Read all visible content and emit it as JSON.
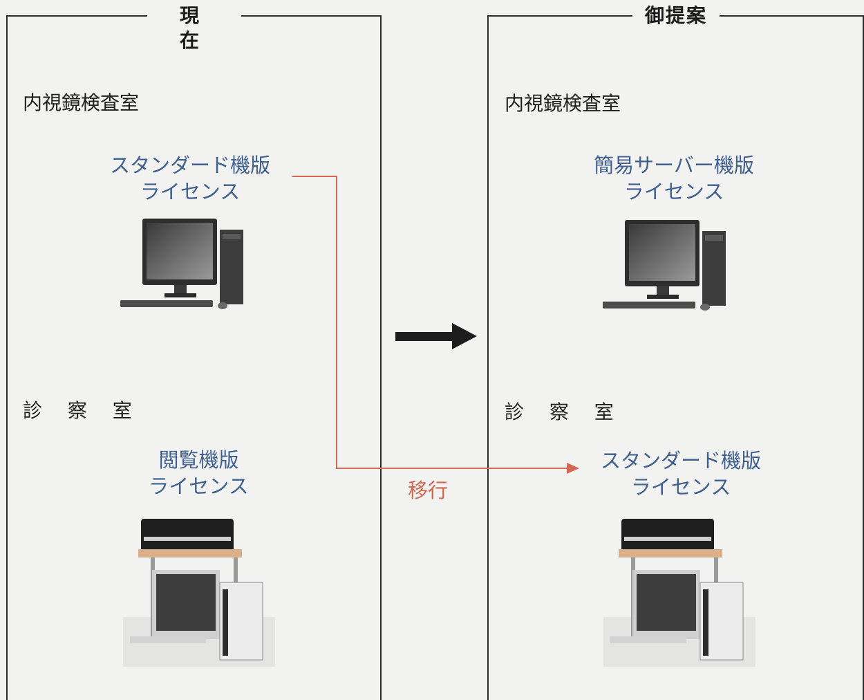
{
  "left_panel": {
    "title": "現 在",
    "room_endoscopy": "内視鏡検査室",
    "endoscopy_license": [
      "スタンダード機版",
      "ライセンス"
    ],
    "room_consult": "診 察 室",
    "consult_license": [
      "閲覧機版",
      "ライセンス"
    ]
  },
  "right_panel": {
    "title": "御提案",
    "room_endoscopy": "内視鏡検査室",
    "endoscopy_license": [
      "簡易サーバー機版",
      "ライセンス"
    ],
    "room_consult": "診 察 室",
    "consult_license": [
      "スタンダード機版",
      "ライセンス"
    ]
  },
  "migration_label": "移行",
  "colors": {
    "license_text": "#3f5f8f",
    "migration_arrow": "#d26850",
    "panel_border": "#2a2a2a"
  },
  "icons": [
    "desktop-pc-icon",
    "desktop-pc-with-printer-icon",
    "right-arrow-icon"
  ]
}
